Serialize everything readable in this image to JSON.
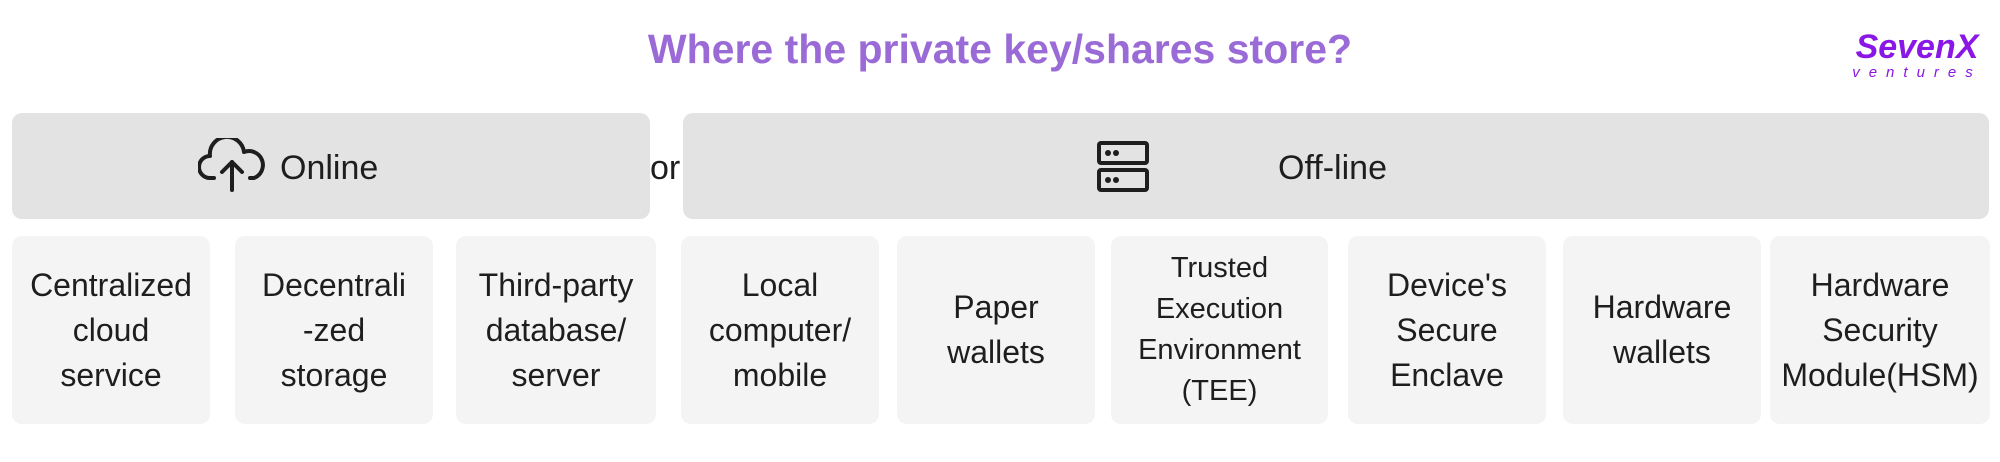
{
  "title": "Where the private key/shares store?",
  "logo": {
    "line1": "SevenX",
    "line2": "ventures",
    "color": "#8a17e6"
  },
  "categories": {
    "online": {
      "label": "Online",
      "icon": "cloud-upload-icon"
    },
    "offline": {
      "label": "Off-line",
      "icon": "server-icon"
    },
    "connector": "or"
  },
  "items": [
    {
      "label": "Centralized\ncloud\nservice"
    },
    {
      "label": "Decentrali\n-zed\nstorage"
    },
    {
      "label": "Third-party\ndatabase/\nserver"
    },
    {
      "label": "Local\ncomputer/\nmobile"
    },
    {
      "label": "Paper\nwallets"
    },
    {
      "label": "Trusted\nExecution\nEnvironment\n(TEE)"
    },
    {
      "label": "Device's\nSecure\nEnclave"
    },
    {
      "label": "Hardware\nwallets"
    },
    {
      "label": "Hardware\nSecurity\nModule(HSM)"
    }
  ],
  "colors": {
    "title": "#9a6bd6",
    "category_bg": "#e3e3e3",
    "item_bg": "#f4f4f4",
    "text": "#1e1e1e"
  }
}
